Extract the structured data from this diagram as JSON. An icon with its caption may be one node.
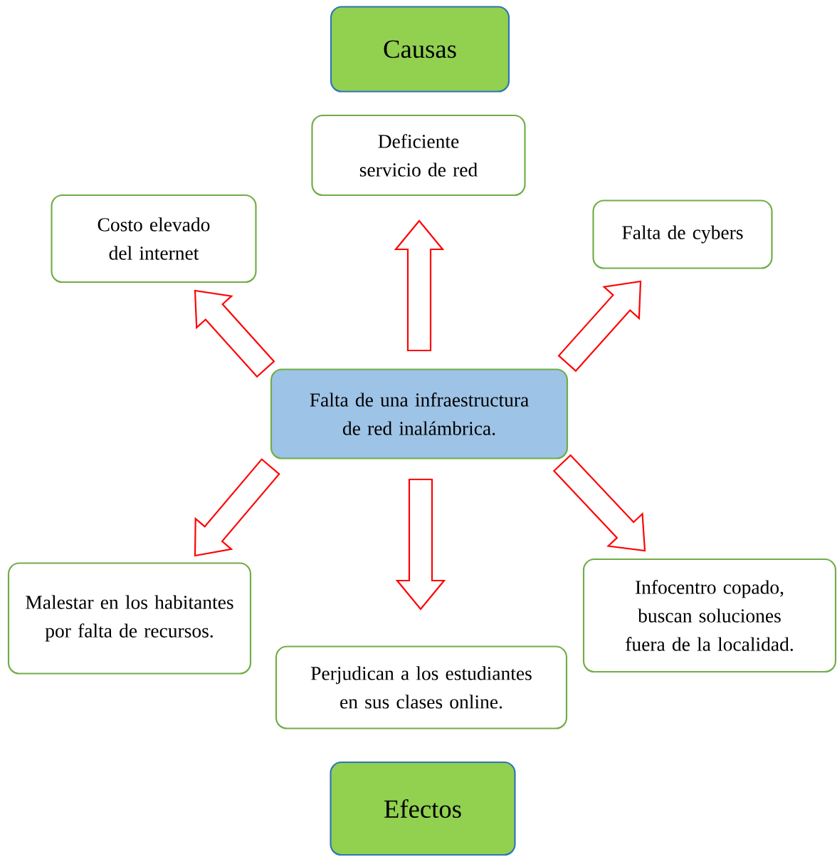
{
  "diagram": {
    "nodes": [
      {
        "text": [
          "Causas"
        ]
      },
      {
        "text": [
          "Deficiente servicio de red"
        ]
      },
      {
        "text": [
          "Costo elevado del internet"
        ]
      },
      {
        "text": [
          "Falta de cybers"
        ]
      },
      {
        "text": [
          "Falta de una infraestructura de red inalámbrica."
        ]
      },
      {
        "text": [
          "Malestar en los habitantes por falta de recursos."
        ]
      },
      {
        "text": [
          "Perjudican a los estudiantes en sus clases online."
        ]
      },
      {
        "text": [
          "Infocentro copado, buscan soluciones fuera de la localidad."
        ]
      },
      {
        "text": [
          "Efectos"
        ]
      }
    ],
    "edges": [
      {
        "from": 4,
        "to": 1,
        "arrow": "to",
        "color": "#ff0000"
      },
      {
        "from": 4,
        "to": 2,
        "arrow": "to",
        "color": "#ff0000"
      },
      {
        "from": 4,
        "to": 3,
        "arrow": "to",
        "color": "#ff0000"
      },
      {
        "from": 4,
        "to": 5,
        "arrow": "to",
        "color": "#ff0000"
      },
      {
        "from": 4,
        "to": 6,
        "arrow": "to",
        "color": "#ff0000"
      },
      {
        "from": 4,
        "to": 7,
        "arrow": "to",
        "color": "#ff0000"
      }
    ]
  }
}
